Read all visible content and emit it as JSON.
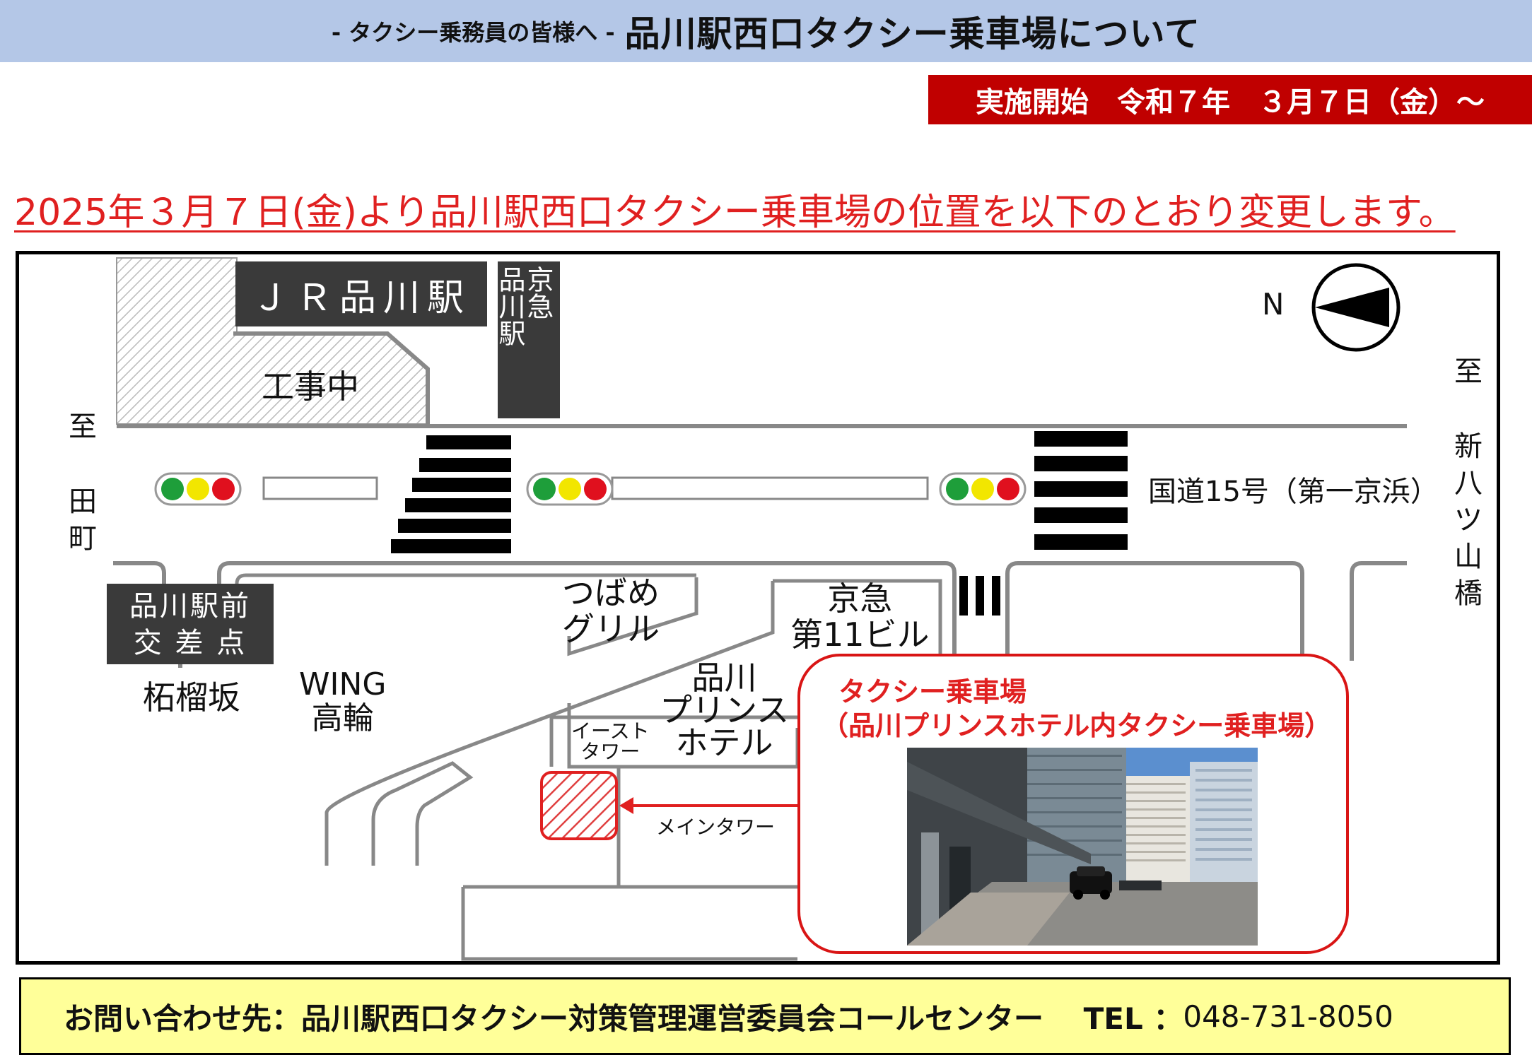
{
  "header": {
    "sub": "- タクシー乗務員の皆様へ -",
    "title": "品川駅西口タクシー乗車場について"
  },
  "start_banner": "実施開始　令和７年　３月７日（金）～",
  "notice": "2025年３月７日(金)より品川駅西口タクシー乗車場の位置を以下のとおり変更します。",
  "map": {
    "jr_station": "ＪＲ品川駅",
    "keikyu_col1": "品川駅",
    "keikyu_col2": "京急",
    "construction": "工事中",
    "to_tamachi": [
      "至",
      "田",
      "町"
    ],
    "to_yatsuyama": [
      "至",
      "新",
      "八",
      "ツ",
      "山",
      "橋"
    ],
    "north_label": "N",
    "route": "国道15号（第一京浜）",
    "intersection_line1": "品川駅前",
    "intersection_line2": "交 差 点",
    "kashiwagizaka": "柘榴坂",
    "wing_line1": "WING",
    "wing_line2": "高輪",
    "tsubame_line1": "つばめ",
    "tsubame_line2": "グリル",
    "keikyu_bldg_line1": "京急",
    "keikyu_bldg_line2": "第11ビル",
    "prince_line1": "品川",
    "prince_line2": "プリンス",
    "prince_line3": "ホテル",
    "east_tower_line1": "イースト",
    "east_tower_line2": "タワー",
    "main_tower": "メインタワー",
    "taxi_title": "タクシー乗車場",
    "taxi_sub": "（品川プリンスホテル内タクシー乗車場）"
  },
  "colors": {
    "header_bg": "#b4c7e7",
    "banner_bg": "#c00000",
    "notice_text": "#e02020",
    "contact_bg": "#ffff99",
    "signal_green": "#1e9e3a",
    "signal_yellow": "#f2e600",
    "signal_red": "#e0101e"
  },
  "contact": {
    "label": "お問い合わせ先：品川駅西口タクシー対策管理運営委員会コールセンター　 TEL ：",
    "tel": "048-731-8050"
  }
}
